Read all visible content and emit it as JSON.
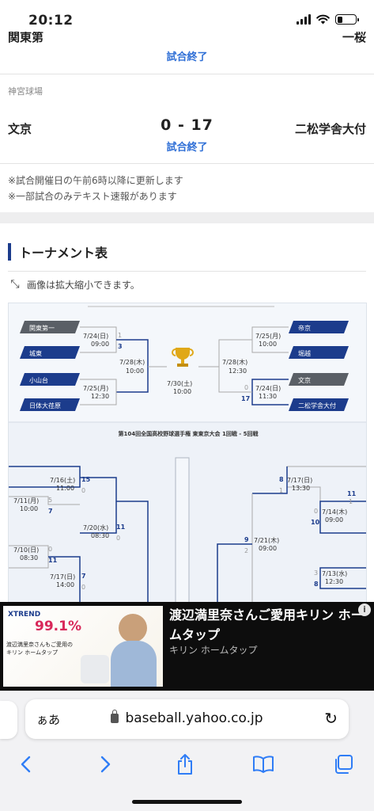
{
  "status_bar": {
    "time": "20:12",
    "battery_level": 0.3
  },
  "prev_game": {
    "team_left": "関東第",
    "team_right": "一桜",
    "status": "試合終了"
  },
  "game": {
    "venue": "神宮球場",
    "team_left": "文京",
    "score": "0 - 17",
    "team_right": "二松学舎大付",
    "status": "試合終了"
  },
  "notes": [
    "※試合開催日の午前6時以降に更新します",
    "※一部試合のみテキスト速報があります"
  ],
  "section": {
    "title": "トーナメント表",
    "zoom_hint": "画像は拡大縮小できます。"
  },
  "bracket": {
    "left_teams": [
      "関東第一",
      "城東",
      "小山台",
      "日体大荏原"
    ],
    "right_teams": [
      "帝京",
      "堀越",
      "文京",
      "二松学舎大付"
    ],
    "left_games": [
      {
        "date": "7/24(日)",
        "time": "09:00",
        "score_top": "1",
        "score_bottom": "3"
      },
      {
        "date": "7/25(月)",
        "time": "12:30",
        "score_top": "",
        "score_bottom": ""
      }
    ],
    "left_semi": {
      "date": "7/28(木)",
      "time": "10:00"
    },
    "right_games": [
      {
        "date": "7/25(月)",
        "time": "10:00",
        "score_top": "",
        "score_bottom": ""
      },
      {
        "date": "7/24(日)",
        "time": "11:30",
        "score_top": "0",
        "score_bottom": "17"
      }
    ],
    "right_semi": {
      "date": "7/28(木)",
      "time": "12:30"
    },
    "final": {
      "date": "7/30(土)",
      "time": "10:00"
    },
    "subtitle": "第104回全国高校野球選手権 東東京大会 1回戦 - 5回戦",
    "lower_left": [
      {
        "date": "7/16(土)",
        "time": "11:00",
        "s1": "15",
        "s2": "0"
      },
      {
        "date": "7/11(月)",
        "time": "10:00",
        "s1": "5",
        "s2": "7"
      },
      {
        "date": "7/20(水)",
        "time": "08:30",
        "s1": "11",
        "s2": "0"
      },
      {
        "date": "7/10(日)",
        "time": "08:30",
        "s1": "0",
        "s2": "11"
      },
      {
        "date": "7/17(日)",
        "time": "14:00",
        "s1": "7",
        "s2": "0"
      }
    ],
    "lower_right": [
      {
        "date": "7/17(日)",
        "time": "13:30",
        "s1": "8",
        "s2": "1"
      },
      {
        "date": "7/14(木)",
        "time": "09:00",
        "s1": "0",
        "s2": "10"
      },
      {
        "date": "7/21(木)",
        "time": "09:00",
        "s1": "9",
        "s2": "2"
      },
      {
        "date": "7/13(水)",
        "time": "12:30",
        "s1": "3",
        "s2": "8"
      }
    ],
    "lower_right_extra": [
      "11",
      "1"
    ]
  },
  "ad": {
    "title": "渡辺満里奈さんご愛用キリン ホームタップ",
    "brand": "キリン ホームタップ",
    "image_badge": "XTREND",
    "image_percent": "99.1%",
    "image_caption": "渡辺満里奈さんもご愛用の キリン ホームタップ"
  },
  "browser": {
    "aa_label": "ぁあ",
    "url": "baseball.yahoo.co.jp"
  },
  "colors": {
    "accent": "#2f6fd6",
    "navy": "#1c3c8c",
    "ios_blue": "#2f7df6"
  }
}
